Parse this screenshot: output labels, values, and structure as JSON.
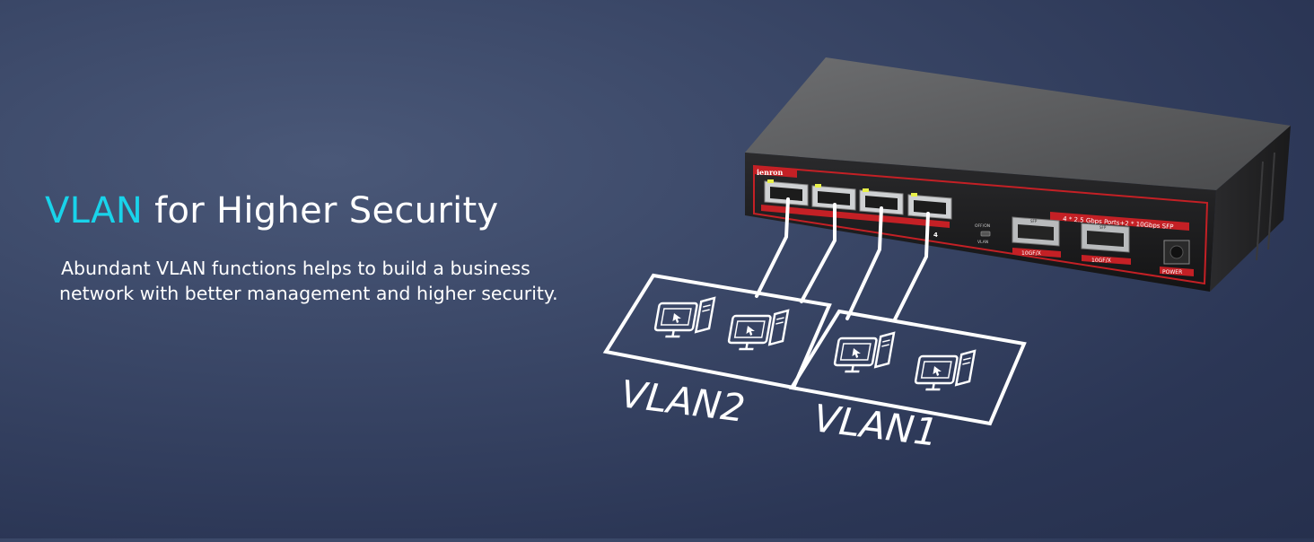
{
  "headline": {
    "accent": "VLAN",
    "rest": " for Higher Security",
    "accent_color": "#19d3ea"
  },
  "subtext": {
    "line1": "Abundant VLAN functions helps to build a business",
    "line2": "network with better management and higher security."
  },
  "device": {
    "brand": "ienron",
    "spec_label": "4 * 2.5 Gbps Ports+2 * 10Gbps SFP",
    "port_number": "4",
    "switch_label_top": "OFF/ON",
    "switch_label_bottom": "VLAN",
    "sfp_tag": "SFP",
    "sfp_ports": [
      {
        "label": "10GF/X"
      },
      {
        "label": "10GF/X"
      }
    ],
    "power_label": "POWER",
    "accent_color": "#c42025"
  },
  "vlans": [
    {
      "label": "VLAN2",
      "computers": 2
    },
    {
      "label": "VLAN1",
      "computers": 2
    }
  ]
}
